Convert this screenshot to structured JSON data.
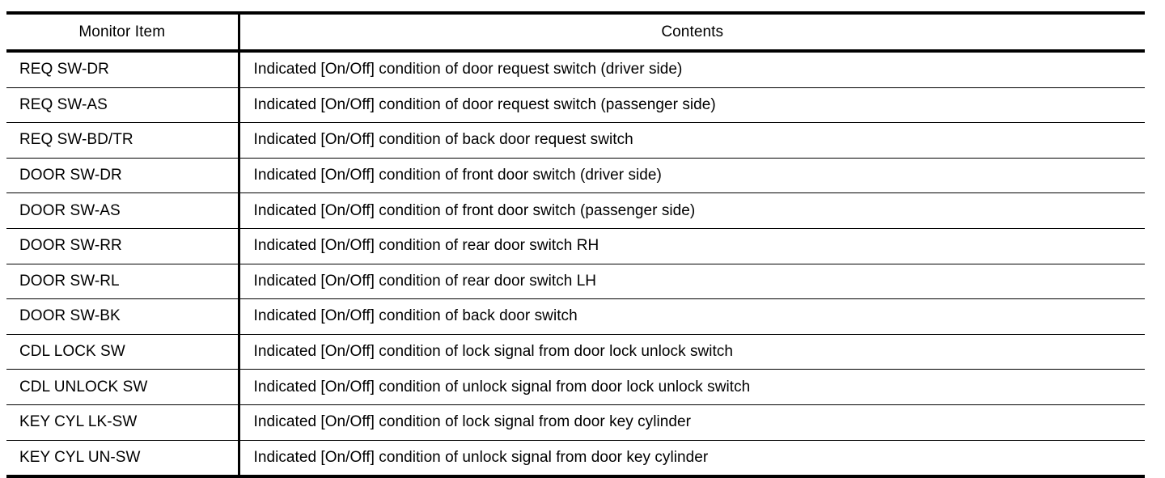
{
  "table": {
    "columns": [
      {
        "key": "monitor_item",
        "label": "Monitor Item"
      },
      {
        "key": "contents",
        "label": "Contents"
      }
    ],
    "rows": [
      {
        "monitor_item": "REQ SW-DR",
        "contents": "Indicated [On/Off] condition of door request switch (driver side)"
      },
      {
        "monitor_item": "REQ SW-AS",
        "contents": "Indicated [On/Off] condition of door request switch (passenger side)"
      },
      {
        "monitor_item": "REQ SW-BD/TR",
        "contents": "Indicated [On/Off] condition of back door request switch"
      },
      {
        "monitor_item": "DOOR SW-DR",
        "contents": "Indicated [On/Off] condition of front door switch (driver side)"
      },
      {
        "monitor_item": "DOOR SW-AS",
        "contents": "Indicated [On/Off] condition of front door switch (passenger side)"
      },
      {
        "monitor_item": "DOOR SW-RR",
        "contents": "Indicated [On/Off] condition of rear door switch RH"
      },
      {
        "monitor_item": "DOOR SW-RL",
        "contents": "Indicated [On/Off] condition of rear door switch LH"
      },
      {
        "monitor_item": "DOOR SW-BK",
        "contents": "Indicated [On/Off] condition of back door switch"
      },
      {
        "monitor_item": "CDL LOCK SW",
        "contents": "Indicated [On/Off] condition of lock signal from door lock unlock switch"
      },
      {
        "monitor_item": "CDL UNLOCK SW",
        "contents": "Indicated [On/Off] condition of unlock signal from door lock unlock switch"
      },
      {
        "monitor_item": "KEY CYL LK-SW",
        "contents": "Indicated [On/Off] condition of lock signal from door key cylinder"
      },
      {
        "monitor_item": "KEY CYL UN-SW",
        "contents": "Indicated [On/Off] condition of unlock signal from door key cylinder"
      }
    ]
  },
  "style": {
    "text_color": "#000000",
    "background_color": "#ffffff",
    "rule_color": "#000000"
  }
}
